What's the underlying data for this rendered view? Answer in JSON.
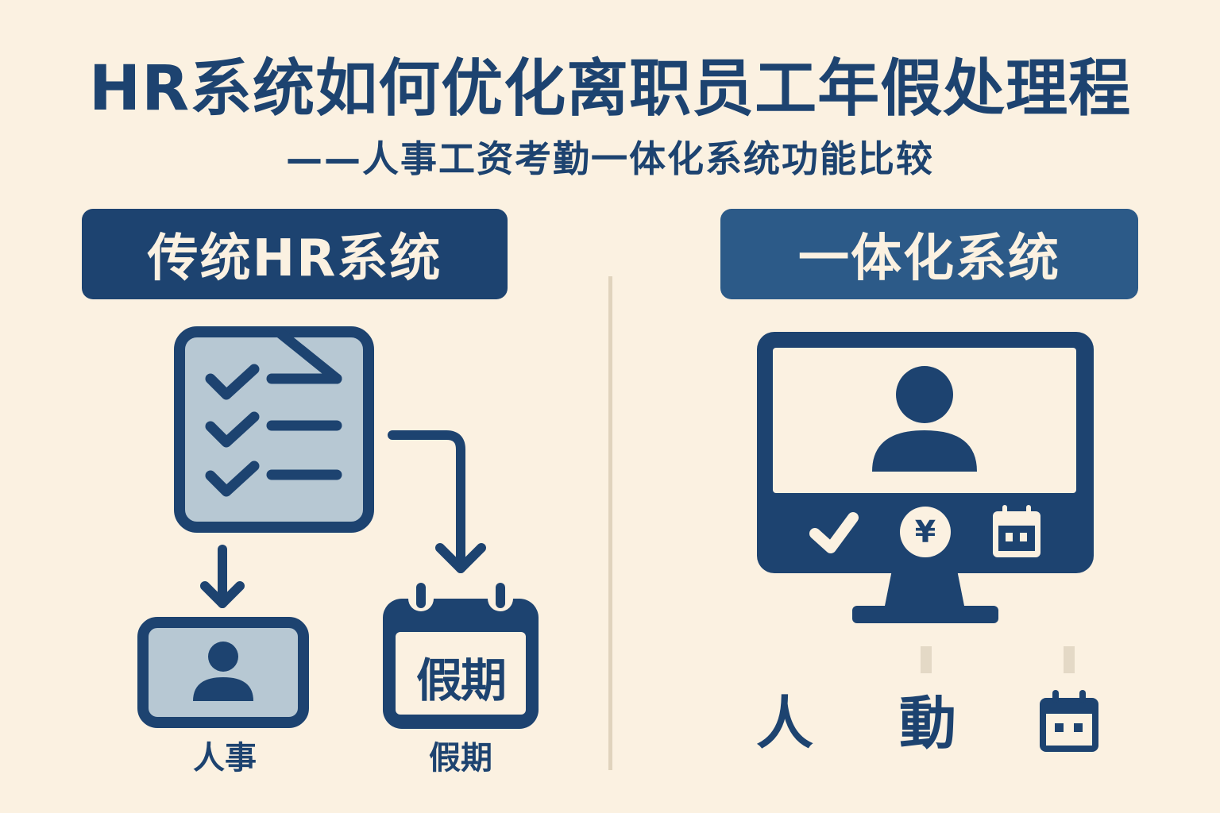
{
  "header": {
    "title": "HR系统如何优化离职员工年假处理程",
    "subtitle": "——人事工资考勤一体化系统功能比较"
  },
  "colors": {
    "background": "#fbf1e1",
    "primary_navy": "#1d4370",
    "secondary_blue": "#2c5a88",
    "light_fill": "#b7c8d3",
    "divider": "#e0d3bd"
  },
  "left_panel": {
    "heading": "传统HR系统",
    "checklist_icon": "checklist-icon",
    "checklist_items": 3,
    "outputs": [
      {
        "icon": "person-card-icon",
        "label": "人事"
      },
      {
        "icon": "calendar-icon",
        "calendar_text": "假期",
        "label": "假期"
      }
    ]
  },
  "right_panel": {
    "heading": "一体化系统",
    "monitor_icon": "monitor-icon",
    "monitor_features": [
      {
        "icon": "check-icon"
      },
      {
        "icon": "yen-icon",
        "glyph": "¥"
      },
      {
        "icon": "calendar-icon"
      }
    ],
    "bottom_labels": [
      {
        "type": "text",
        "value": "人"
      },
      {
        "type": "text",
        "value": "動"
      },
      {
        "type": "icon",
        "icon": "calendar-icon"
      }
    ]
  }
}
